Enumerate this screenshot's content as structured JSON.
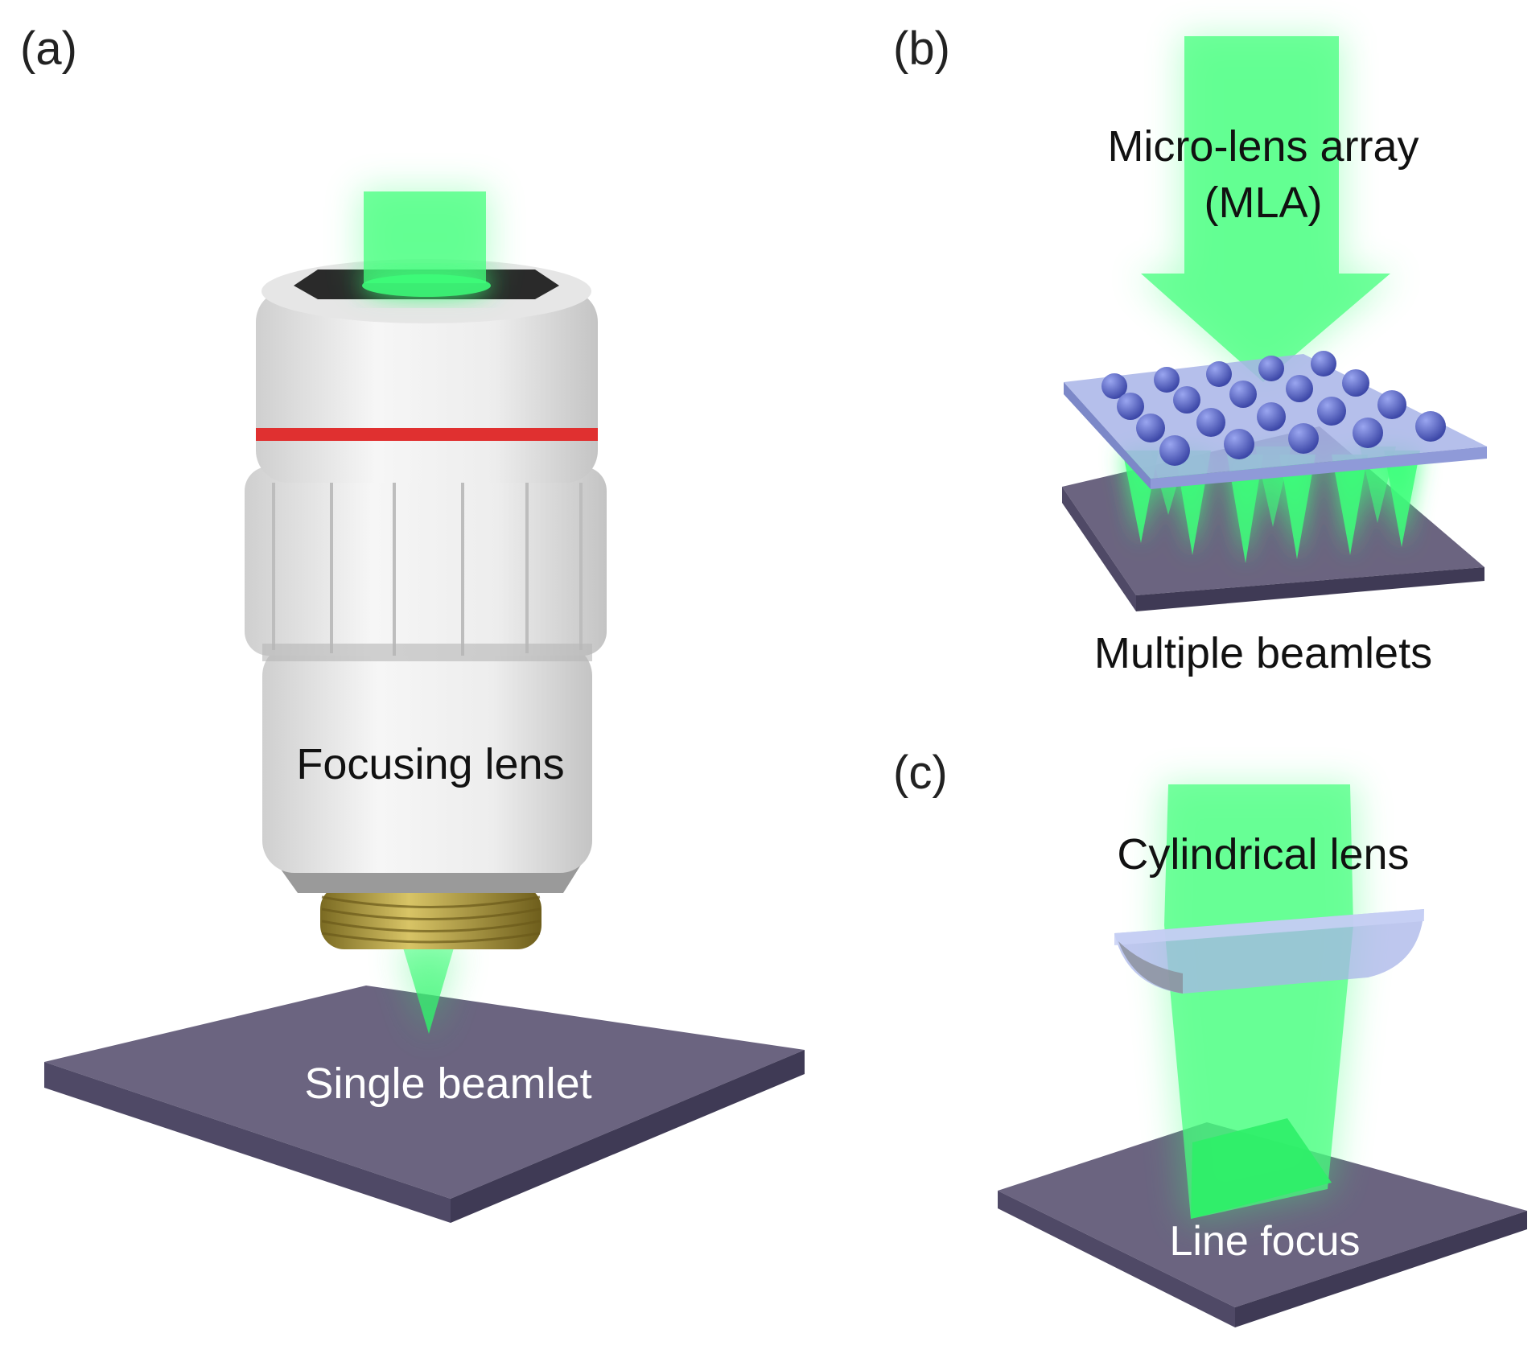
{
  "panels": {
    "a": {
      "tag": "(a)",
      "lens_label": "Focusing lens",
      "sample_label": "Single beamlet"
    },
    "b": {
      "tag": "(b)",
      "lens_label_line1": "Micro-lens array",
      "lens_label_line2": "(MLA)",
      "sample_label": "Multiple beamlets"
    },
    "c": {
      "tag": "(c)",
      "lens_label": "Cylindrical lens",
      "sample_label": "Line focus"
    }
  },
  "colors": {
    "beam": "#3dff7a",
    "beam_core": "#19e055",
    "substrate_top": "#6b6480",
    "substrate_side": "#4a4560",
    "lens_body": "#ececec",
    "red_band": "#e03030",
    "thread": "#b09a3c",
    "mla_glass": "#a8b4e8",
    "microlens": "#5a68c8"
  },
  "icons": [
    "objective-lens-icon",
    "micro-lens-array-icon",
    "cylindrical-lens-icon"
  ]
}
